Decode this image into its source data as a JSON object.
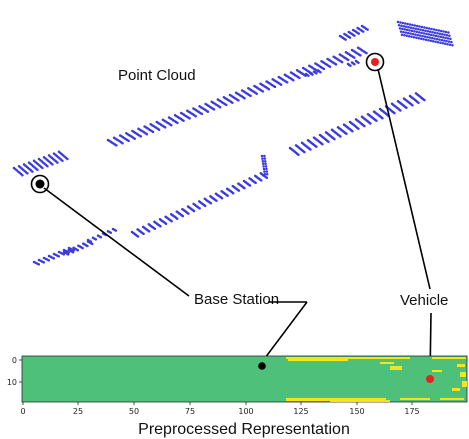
{
  "labels": {
    "point_cloud": "Point Cloud",
    "base_station": "Base Station",
    "vehicle": "Vehicle",
    "caption": "Preprocessed Representation"
  },
  "colors": {
    "points": "#3a3ae0",
    "base_station": "#000000",
    "vehicle": "#e52222",
    "grid_background": "#4fc07a",
    "grid_highlight": "#f2e51a",
    "connector": "#000000"
  },
  "heatmap_axes": {
    "x_ticks": [
      "0",
      "25",
      "50",
      "75",
      "100",
      "125",
      "150",
      "175"
    ],
    "y_ticks": [
      "0",
      "10"
    ]
  }
}
